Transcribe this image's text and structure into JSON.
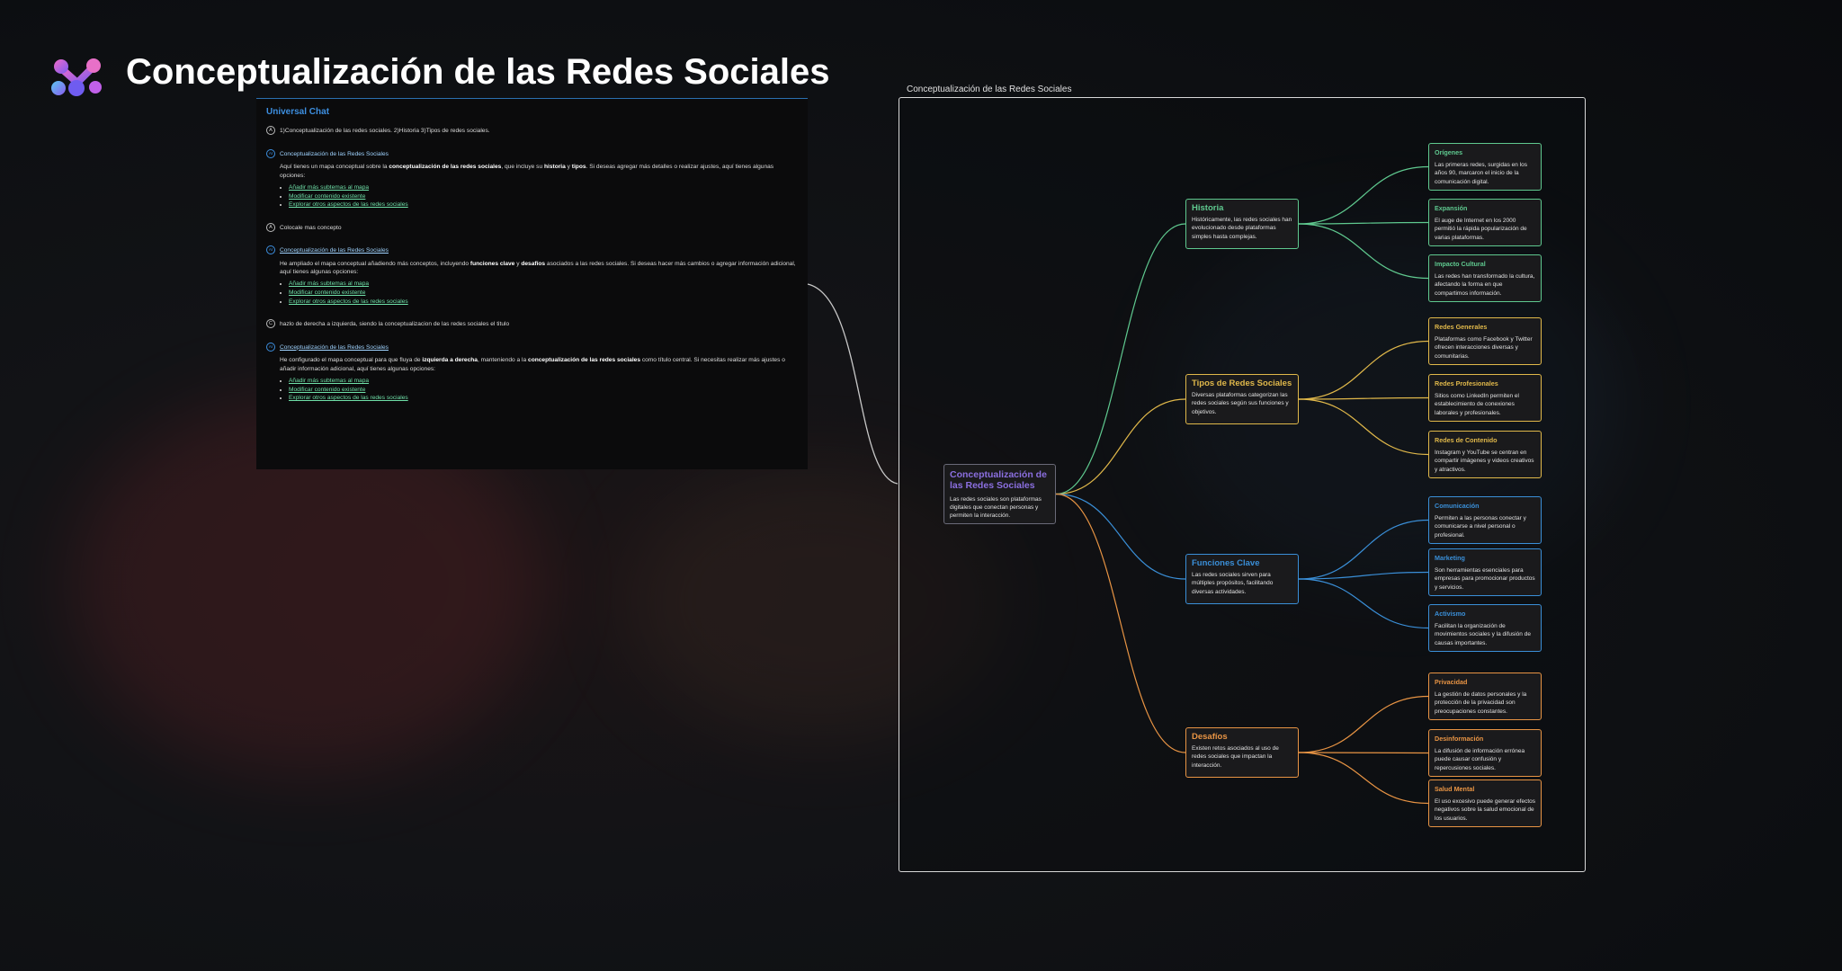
{
  "header": {
    "title": "Conceptualización de las Redes Sociales"
  },
  "chat": {
    "title": "Universal Chat",
    "messages": [
      {
        "role": "user",
        "avatar": "A",
        "text": "1)Conceptualización de las redes sociales. 2)Historia 3)Tipos de redes sociales."
      },
      {
        "role": "ai",
        "avatar": "AI",
        "head": "Conceptualización de las Redes Sociales",
        "body_a": "Aquí tienes un mapa conceptual sobre la ",
        "body_b": "conceptualización de las redes sociales",
        "body_c": ", que incluye su ",
        "body_d": "historia",
        "body_e": " y ",
        "body_f": "tipos",
        "body_g": ". Si deseas agregar más detalles o realizar ajustes, aquí tienes algunas opciones:",
        "options": [
          "Añadir más subtemas al mapa",
          "Modificar contenido existente",
          "Explorar otros aspectos de las redes sociales"
        ]
      },
      {
        "role": "user",
        "avatar": "A",
        "text": "Colocale mas concepto"
      },
      {
        "role": "ai",
        "avatar": "AI",
        "head": "Conceptualización de las Redes Sociales",
        "body_a": "He ampliado el mapa conceptual añadiendo más conceptos, incluyendo ",
        "body_b": "funciones clave",
        "body_c": " y ",
        "body_d": "desafíos",
        "body_e": " asociados a las redes sociales. Si deseas hacer más cambios o agregar información adicional, aquí tienes algunas opciones:",
        "options": [
          "Añadir más subtemas al mapa",
          "Modificar contenido existente",
          "Explorar otros aspectos de las redes sociales"
        ]
      },
      {
        "role": "user",
        "avatar": "C",
        "text": "hazlo de derecha a izquierda, siendo la conceptualizacion de las redes sociales el titulo"
      },
      {
        "role": "ai",
        "avatar": "AI",
        "head": "Conceptualización de las Redes Sociales",
        "body_a": "He configurado el mapa conceptual para que fluya de ",
        "body_b": "izquierda a derecha",
        "body_c": ", manteniendo a la ",
        "body_d": "conceptualización de las redes sociales",
        "body_e": " como título central. Si necesitas realizar más ajustes o añadir información adicional, aquí tienes algunas opciones:",
        "options": [
          "Añadir más subtemas al mapa",
          "Modificar contenido existente",
          "Explorar otros aspectos de las redes sociales"
        ]
      }
    ]
  },
  "map": {
    "label": "Conceptualización de las Redes Sociales",
    "root": {
      "title": "Conceptualización de las Redes Sociales",
      "text": "Las redes sociales son plataformas digitales que conectan personas y permiten la interacción.",
      "color": "#8b6fe0"
    },
    "branches": [
      {
        "title": "Historia",
        "text": "Históricamente, las redes sociales han evolucionado desde plataformas simples hasta complejas.",
        "color": "#5fc98f",
        "leaves": [
          {
            "title": "Orígenes",
            "text": "Las primeras redes, surgidas en los años 90, marcaron el inicio de la comunicación digital."
          },
          {
            "title": "Expansión",
            "text": "El auge de Internet en los 2000 permitió la rápida popularización de varias plataformas."
          },
          {
            "title": "Impacto Cultural",
            "text": "Las redes han transformado la cultura, afectando la forma en que compartimos información."
          }
        ]
      },
      {
        "title": "Tipos de Redes Sociales",
        "text": "Diversas plataformas categorizan las redes sociales según sus funciones y objetivos.",
        "color": "#e0b84a",
        "leaves": [
          {
            "title": "Redes Generales",
            "text": "Plataformas como Facebook y Twitter ofrecen interacciones diversas y comunitarias."
          },
          {
            "title": "Redes Profesionales",
            "text": "Sitios como LinkedIn permiten el establecimiento de conexiones laborales y profesionales."
          },
          {
            "title": "Redes de Contenido",
            "text": "Instagram y YouTube se centran en compartir imágenes y videos creativos y atractivos."
          }
        ]
      },
      {
        "title": "Funciones Clave",
        "text": "Las redes sociales sirven para múltiples propósitos, facilitando diversas actividades.",
        "color": "#3a8fd8",
        "leaves": [
          {
            "title": "Comunicación",
            "text": "Permiten a las personas conectar y comunicarse a nivel personal o profesional."
          },
          {
            "title": "Marketing",
            "text": "Son herramientas esenciales para empresas para promocionar productos y servicios."
          },
          {
            "title": "Activismo",
            "text": "Facilitan la organización de movimientos sociales y la difusión de causas importantes."
          }
        ]
      },
      {
        "title": "Desafíos",
        "text": "Existen retos asociados al uso de redes sociales que impactan la interacción.",
        "color": "#e89444",
        "leaves": [
          {
            "title": "Privacidad",
            "text": "La gestión de datos personales y la protección de la privacidad son preocupaciones constantes."
          },
          {
            "title": "Desinformación",
            "text": "La difusión de información errónea puede causar confusión y repercusiones sociales."
          },
          {
            "title": "Salud Mental",
            "text": "El uso excesivo puede generar efectos negativos sobre la salud emocional de los usuarios."
          }
        ]
      }
    ]
  }
}
